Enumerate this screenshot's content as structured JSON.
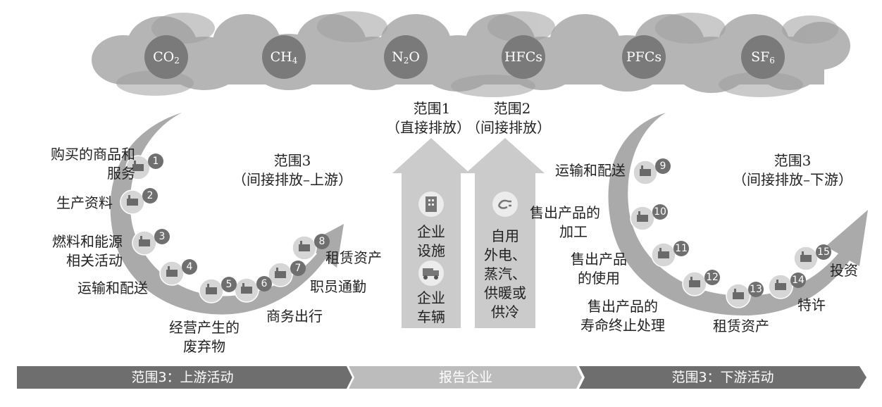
{
  "gases": [
    {
      "base": "CO",
      "sub": "2"
    },
    {
      "base": "CH",
      "sub": "4"
    },
    {
      "base": "N",
      "sub": "2",
      "tail": "O"
    },
    {
      "base": "HFCs",
      "sub": ""
    },
    {
      "base": "PFCs",
      "sub": ""
    },
    {
      "base": "SF",
      "sub": "6"
    }
  ],
  "scope1": {
    "line1": "范围1",
    "line2": "（直接排放）",
    "items": [
      "企业",
      "设施",
      "企业",
      "车辆"
    ]
  },
  "scope2": {
    "line1": "范围2",
    "line2": "（间接排放）",
    "items": [
      "自用",
      "外电、",
      "蒸汽、",
      "供暖或",
      "供冷"
    ]
  },
  "scope3_up": {
    "line1": "范围3",
    "line2": "（间接排放–上游）"
  },
  "scope3_down": {
    "line1": "范围3",
    "line2": "（间接排放–下游）"
  },
  "upstream": [
    {
      "num": "1",
      "lines": [
        "购买的商品和",
        "服务"
      ],
      "icon": "factory-icon"
    },
    {
      "num": "2",
      "lines": [
        "生产资料"
      ],
      "icon": "truck-icon"
    },
    {
      "num": "3",
      "lines": [
        "燃料和能源",
        "相关活动"
      ],
      "icon": "fuel-icon"
    },
    {
      "num": "4",
      "lines": [
        "运输和配送"
      ],
      "icon": "ship-icon"
    },
    {
      "num": "5",
      "lines": [
        "经营产生的",
        "废弃物"
      ],
      "icon": "trash-bag-icon"
    },
    {
      "num": "6",
      "lines": [
        "商务出行"
      ],
      "icon": "plane-icon"
    },
    {
      "num": "7",
      "lines": [
        "职员通勤"
      ],
      "icon": "train-icon"
    },
    {
      "num": "8",
      "lines": [
        "租赁资产"
      ],
      "icon": "building-icon"
    }
  ],
  "downstream": [
    {
      "num": "9",
      "lines": [
        "运输和配送"
      ],
      "icon": "ship-icon"
    },
    {
      "num": "10",
      "lines": [
        "售出产品的",
        "加工"
      ],
      "icon": "factory-icon"
    },
    {
      "num": "11",
      "lines": [
        "售出产品",
        "的使用"
      ],
      "icon": "bulb-icon"
    },
    {
      "num": "12",
      "lines": [
        "售出产品的",
        "寿命终止处理"
      ],
      "icon": "recycle-icon"
    },
    {
      "num": "13",
      "lines": [
        "租赁资产"
      ],
      "icon": "building-icon"
    },
    {
      "num": "14",
      "lines": [
        "特许"
      ],
      "icon": "shop-icon"
    },
    {
      "num": "15",
      "lines": [
        "投资"
      ],
      "icon": "invest-icon"
    }
  ],
  "bar": {
    "left": "范围3：上游活动",
    "middle": "报告企业",
    "right": "范围3：下游活动"
  },
  "colors": {
    "cloud": "#b8b8b8",
    "cloud_dark": "#a2a2a2",
    "gas": "#7a7a7a",
    "arc": "#a9a9a9",
    "center_arrow": "#cdcdcd",
    "bar_dark": "#6e6e6e",
    "bar_light": "#bcbcbc"
  }
}
